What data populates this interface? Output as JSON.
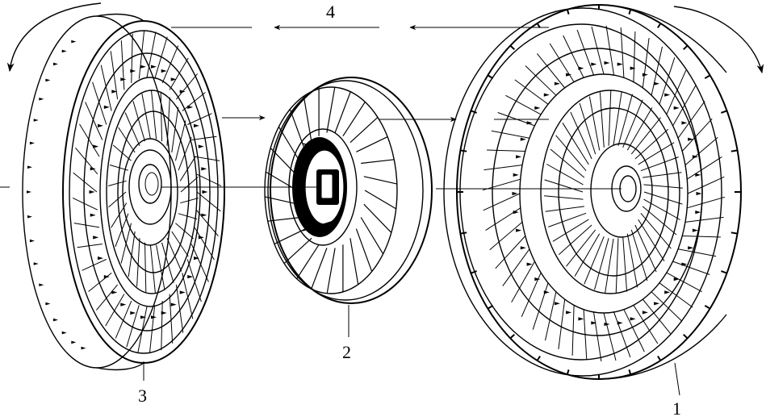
{
  "labels": {
    "pump": "1",
    "stator": "2",
    "turbine": "3",
    "flow": "4"
  },
  "icons": {
    "turbine": "turbine-wheel-icon",
    "stator": "stator-wheel-icon",
    "pump": "pump-wheel-icon",
    "arrow": "arrow-icon"
  },
  "colors": {
    "ink": "#000000",
    "paper": "#ffffff"
  }
}
